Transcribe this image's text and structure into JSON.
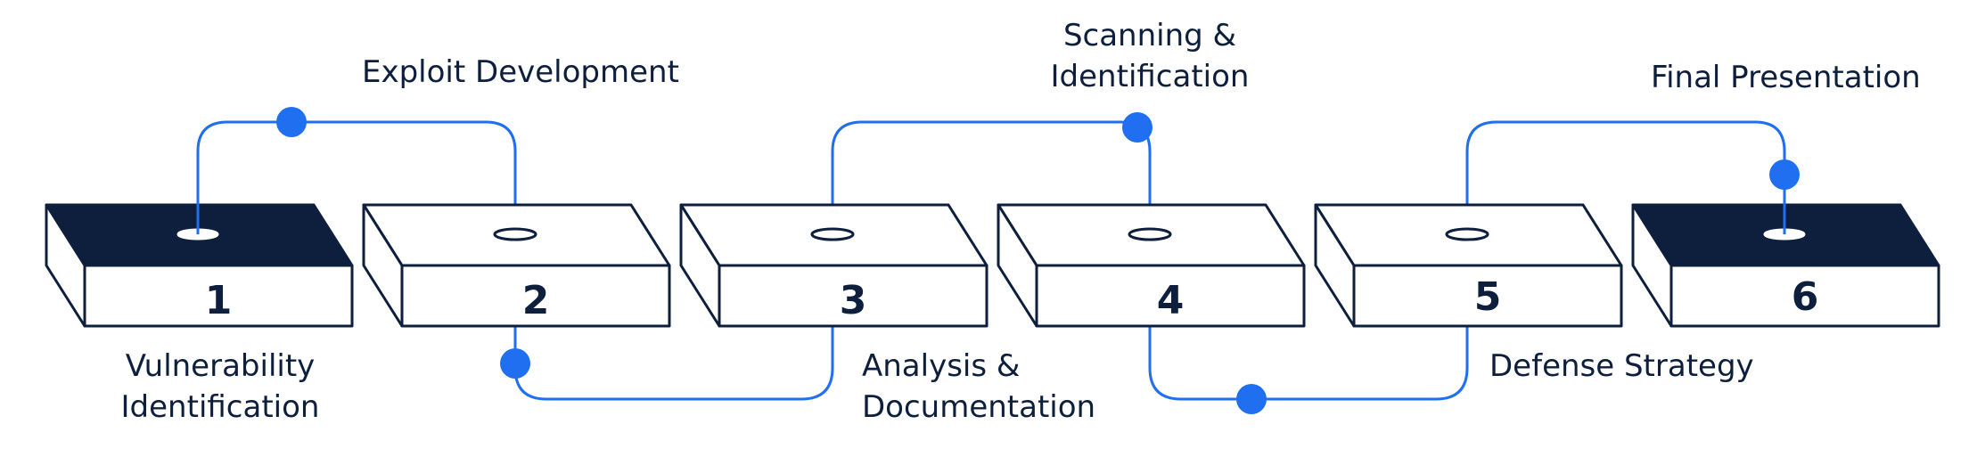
{
  "colors": {
    "navy": "#0d1f3c",
    "accent": "#1f6ff0",
    "box_face": "#ffffff"
  },
  "steps": [
    {
      "number": "1",
      "label_line1": "Vulnerability",
      "label_line2": "Identification",
      "highlighted": true
    },
    {
      "number": "2",
      "label_line1": "Exploit Development",
      "label_line2": "",
      "highlighted": false
    },
    {
      "number": "3",
      "label_line1": "Analysis &",
      "label_line2": "Documentation",
      "highlighted": false
    },
    {
      "number": "4",
      "label_line1": "Scanning &",
      "label_line2": "Identification",
      "highlighted": false
    },
    {
      "number": "5",
      "label_line1": "Defense Strategy",
      "label_line2": "",
      "highlighted": false
    },
    {
      "number": "6",
      "label_line1": "Final Presentation",
      "label_line2": "",
      "highlighted": true
    }
  ]
}
